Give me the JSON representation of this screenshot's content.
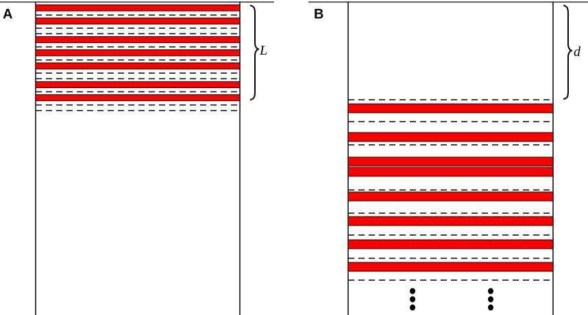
{
  "panels": {
    "a": {
      "letter": "A",
      "dimension_label": "L",
      "layers": [
        "solid",
        "dashed",
        "solid",
        "dashed",
        "dashed",
        "solid",
        "dashed",
        "solid",
        "dashed",
        "solid",
        "dashed",
        "dashed",
        "solid",
        "dashed",
        "solid",
        "dashed",
        "dashed"
      ]
    },
    "b": {
      "letter": "B",
      "dimension_label": "d",
      "layers": [
        "dashed",
        "solid",
        "dashed",
        "solid",
        "dashed",
        "solid",
        "solid",
        "dashed",
        "solid",
        "dashed",
        "solid",
        "dashed",
        "solid",
        "dashed",
        "solid",
        "dashed"
      ],
      "continuation_marker": "vertical-dots"
    }
  },
  "colors": {
    "solid_layer": "#ff0000",
    "outline": "#000000",
    "background": "#ffffff"
  }
}
